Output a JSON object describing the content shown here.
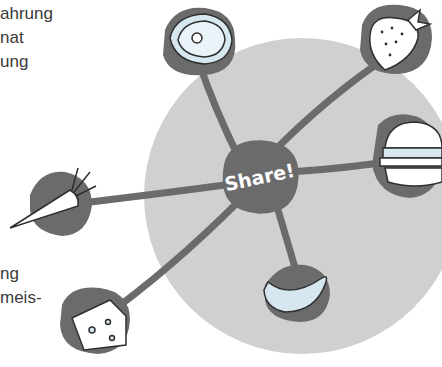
{
  "diagram": {
    "nodes": [
      {
        "text": [
          "Share!"
        ]
      }
    ],
    "labels": [
      "ahrung",
      "nat",
      "ung",
      "ng",
      "meis-"
    ]
  }
}
